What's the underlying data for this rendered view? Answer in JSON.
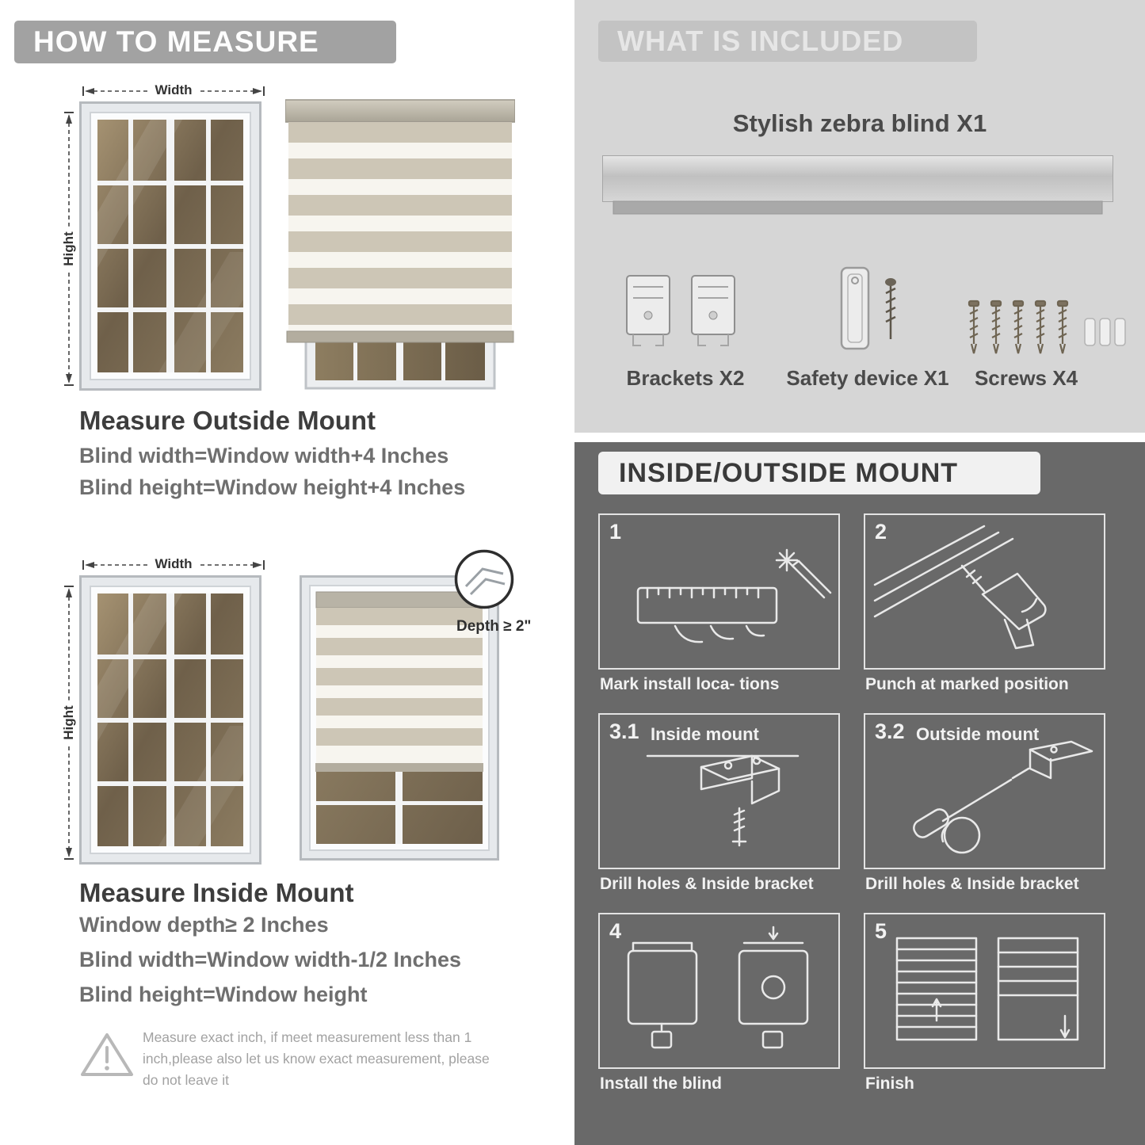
{
  "colors": {
    "banner_gray": "#a2a2a2",
    "panel_light": "#d6d6d6",
    "panel_dark": "#696969",
    "text_dark": "#3d3d3d",
    "text_gray": "#6f6f6f"
  },
  "measure": {
    "header": "HOW TO MEASURE",
    "width_label": "Width",
    "height_label": "Hight",
    "outside": {
      "title": "Measure Outside Mount",
      "lines": [
        "Blind width=Window width+4 Inches",
        "Blind height=Window height+4 Inches"
      ]
    },
    "inside": {
      "title": "Measure Inside Mount",
      "depth_label": "Depth ≥ 2\"",
      "lines": [
        "Window depth≥ 2 Inches",
        "Blind width=Window width-1/2 Inches",
        "Blind height=Window height"
      ]
    },
    "warning_text": "Measure exact inch, if meet measurement less than 1 inch,please also let us know exact measurement, please do not leave it"
  },
  "included": {
    "header": "WHAT IS INCLUDED",
    "product_label": "Stylish zebra blind X1",
    "items": [
      {
        "label": "Brackets X2"
      },
      {
        "label": "Safety device X1"
      },
      {
        "label": "Screws X4"
      }
    ]
  },
  "mount": {
    "header": "INSIDE/OUTSIDE MOUNT",
    "steps": [
      {
        "num": "1",
        "title": "",
        "caption": "Mark install loca- tions"
      },
      {
        "num": "2",
        "title": "",
        "caption": "Punch at  marked position"
      },
      {
        "num": "3.1",
        "title": "Inside mount",
        "caption": "Drill holes &  Inside bracket"
      },
      {
        "num": "3.2",
        "title": "Outside mount",
        "caption": "Drill holes &  Inside bracket"
      },
      {
        "num": "4",
        "title": "",
        "caption": "Install the blind"
      },
      {
        "num": "5",
        "title": "",
        "caption": "Finish"
      }
    ]
  }
}
